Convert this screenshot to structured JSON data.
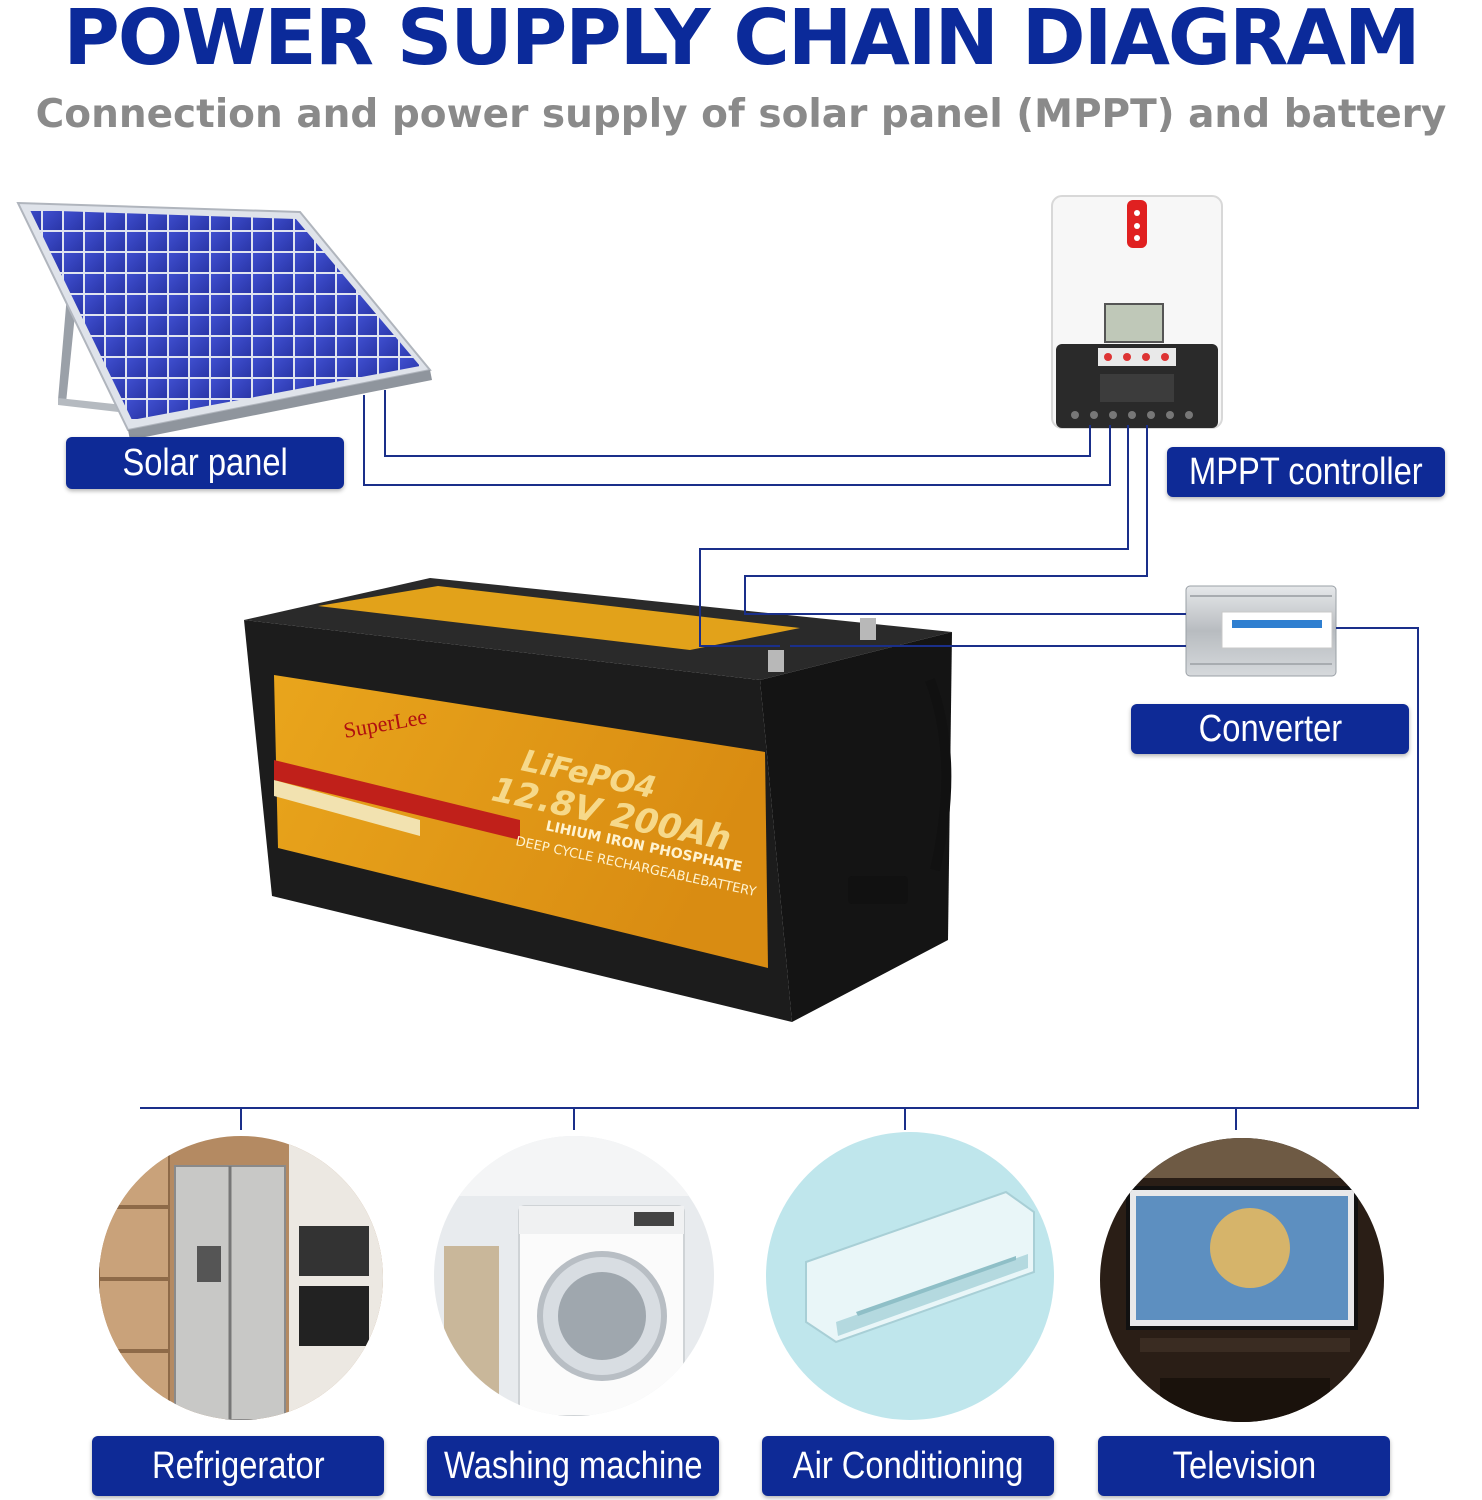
{
  "header": {
    "title": "POWER SUPPLY CHAIN DIAGRAM",
    "subtitle": "Connection and power supply of solar panel (MPPT) and battery"
  },
  "labels": {
    "solar_panel": "Solar panel",
    "mppt_controller": "MPPT controller",
    "converter": "Converter",
    "refrigerator": "Refrigerator",
    "washing_machine": "Washing machine",
    "air_conditioning": "Air Conditioning",
    "television": "Television"
  },
  "battery": {
    "brand": "SuperLee",
    "chemistry": "LiFePO4",
    "rating": "12.8V 200Ah",
    "line1": "LIHIUM IRON PHOSPHATE",
    "line2": "DEEP CYCLE RECHARGEABLEBATTERY"
  },
  "colors": {
    "brand_blue": "#0e2a96",
    "title_blue": "#0b2a9a",
    "subtitle_gray": "#8a8a8a",
    "wire": "#1a2f8a"
  }
}
